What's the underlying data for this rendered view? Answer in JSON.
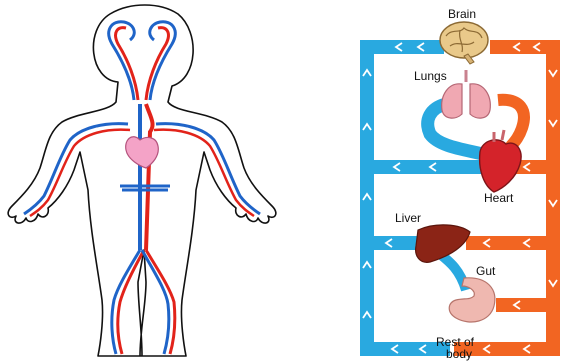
{
  "colors": {
    "oxygenated": "#f26522",
    "deoxygenated": "#29a9e0",
    "artery_red": "#e2231a",
    "vein_blue": "#1f64c8",
    "outline": "#111111",
    "heart_pink": "#f4a3c7"
  },
  "diagram": {
    "labels": {
      "brain": "Brain",
      "lungs": "Lungs",
      "heart": "Heart",
      "liver": "Liver",
      "gut": "Gut",
      "rest_line1": "Rest of",
      "rest_line2": "body"
    }
  }
}
